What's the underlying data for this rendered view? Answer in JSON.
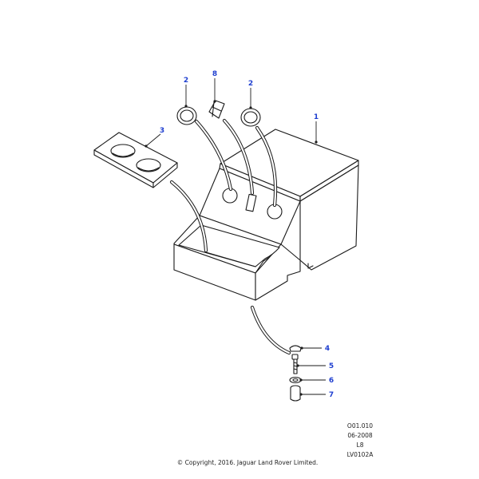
{
  "callouts": [
    {
      "part": "1",
      "label": "1"
    },
    {
      "part": "2-left",
      "label": "2"
    },
    {
      "part": "8",
      "label": "8"
    },
    {
      "part": "2-right",
      "label": "2"
    },
    {
      "part": "3",
      "label": "3"
    },
    {
      "part": "4",
      "label": "4"
    },
    {
      "part": "5",
      "label": "5"
    },
    {
      "part": "6",
      "label": "6"
    },
    {
      "part": "7",
      "label": "7"
    }
  ],
  "reference": {
    "line1": "O01.010",
    "line2": "06-2008",
    "line3": "L8",
    "line4": "LV0102A"
  },
  "copyright": "© Copyright, 2016. Jaguar Land Rover Limited.",
  "colors": {
    "callout": "#1f3fd0",
    "line": "#1a1a1a"
  }
}
